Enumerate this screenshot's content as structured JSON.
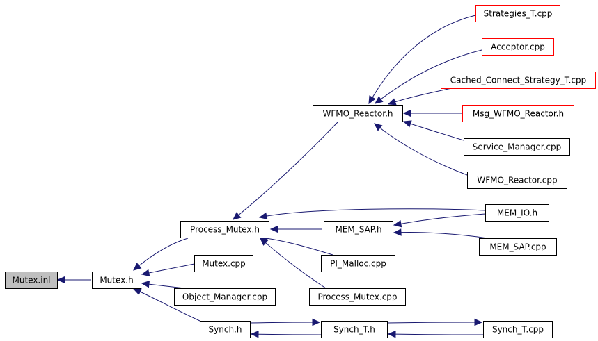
{
  "colors": {
    "edge": "#191970",
    "node_border": "#000000",
    "external_border": "#ff0000",
    "root_fill": "#bfbfbf",
    "node_fill": "#ffffff"
  },
  "nodes": {
    "mutex_inl": {
      "label": "Mutex.inl",
      "kind": "root"
    },
    "mutex_h": {
      "label": "Mutex.h",
      "kind": "normal"
    },
    "process_mutex_h": {
      "label": "Process_Mutex.h",
      "kind": "normal"
    },
    "mutex_cpp": {
      "label": "Mutex.cpp",
      "kind": "normal"
    },
    "object_manager_cpp": {
      "label": "Object_Manager.cpp",
      "kind": "normal"
    },
    "synch_h": {
      "label": "Synch.h",
      "kind": "normal"
    },
    "wfmo_reactor_h": {
      "label": "WFMO_Reactor.h",
      "kind": "normal"
    },
    "mem_sap_h": {
      "label": "MEM_SAP.h",
      "kind": "normal"
    },
    "pi_malloc_cpp": {
      "label": "PI_Malloc.cpp",
      "kind": "normal"
    },
    "process_mutex_cpp": {
      "label": "Process_Mutex.cpp",
      "kind": "normal"
    },
    "synch_t_h": {
      "label": "Synch_T.h",
      "kind": "normal"
    },
    "strategies_t_cpp": {
      "label": "Strategies_T.cpp",
      "kind": "external"
    },
    "acceptor_cpp": {
      "label": "Acceptor.cpp",
      "kind": "external"
    },
    "cached_connect_cpp": {
      "label": "Cached_Connect_Strategy_T.cpp",
      "kind": "external"
    },
    "msg_wfmo_reactor_h": {
      "label": "Msg_WFMO_Reactor.h",
      "kind": "external"
    },
    "service_manager_cpp": {
      "label": "Service_Manager.cpp",
      "kind": "normal"
    },
    "wfmo_reactor_cpp": {
      "label": "WFMO_Reactor.cpp",
      "kind": "normal"
    },
    "mem_io_h": {
      "label": "MEM_IO.h",
      "kind": "normal"
    },
    "mem_sap_cpp": {
      "label": "MEM_SAP.cpp",
      "kind": "normal"
    },
    "synch_t_cpp": {
      "label": "Synch_T.cpp",
      "kind": "normal"
    }
  },
  "edges": [
    {
      "from": "mutex_h",
      "to": "mutex_inl"
    },
    {
      "from": "process_mutex_h",
      "to": "mutex_h"
    },
    {
      "from": "mutex_cpp",
      "to": "mutex_h"
    },
    {
      "from": "object_manager_cpp",
      "to": "mutex_h"
    },
    {
      "from": "synch_h",
      "to": "mutex_h"
    },
    {
      "from": "wfmo_reactor_h",
      "to": "process_mutex_h"
    },
    {
      "from": "mem_sap_h",
      "to": "process_mutex_h"
    },
    {
      "from": "mem_io_h",
      "to": "process_mutex_h"
    },
    {
      "from": "pi_malloc_cpp",
      "to": "process_mutex_h"
    },
    {
      "from": "process_mutex_cpp",
      "to": "process_mutex_h"
    },
    {
      "from": "strategies_t_cpp",
      "to": "wfmo_reactor_h"
    },
    {
      "from": "acceptor_cpp",
      "to": "wfmo_reactor_h"
    },
    {
      "from": "cached_connect_cpp",
      "to": "wfmo_reactor_h"
    },
    {
      "from": "msg_wfmo_reactor_h",
      "to": "wfmo_reactor_h"
    },
    {
      "from": "service_manager_cpp",
      "to": "wfmo_reactor_h"
    },
    {
      "from": "wfmo_reactor_cpp",
      "to": "wfmo_reactor_h"
    },
    {
      "from": "mem_io_h",
      "to": "mem_sap_h"
    },
    {
      "from": "mem_sap_cpp",
      "to": "mem_sap_h"
    },
    {
      "from": "synch_h",
      "to": "synch_t_h"
    },
    {
      "from": "synch_t_h",
      "to": "synch_h"
    },
    {
      "from": "synch_t_h",
      "to": "synch_t_cpp"
    },
    {
      "from": "synch_t_cpp",
      "to": "synch_t_h"
    }
  ]
}
